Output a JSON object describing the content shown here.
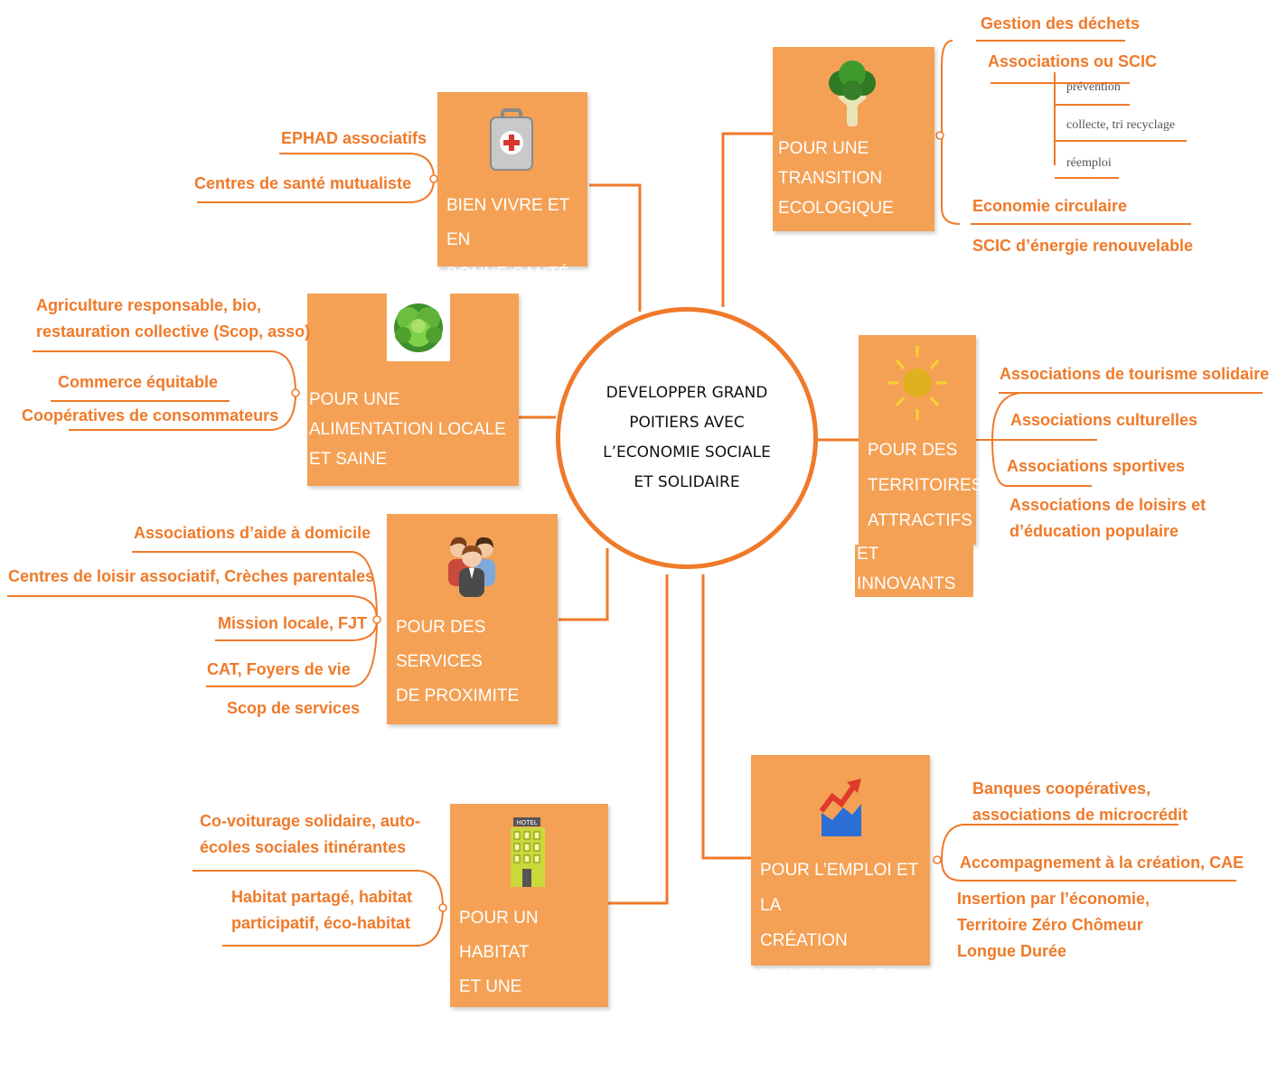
{
  "center": {
    "text": "DEVELOPPER GRAND\nPOITIERS AVEC\nL’ECONOMIE SOCIALE\nET SOLIDAIRE"
  },
  "colors": {
    "accent": "#ef7a2a",
    "node_fill": "#f4a155",
    "leaf_text": "#ef7a2a"
  },
  "branches": {
    "sante": {
      "title": "BIEN VIVRE ET EN\nBONNE SANTÉ",
      "icon": "first-aid-kit-icon",
      "leaves": [
        "EPHAD associatifs",
        "Centres de santé mutualiste"
      ]
    },
    "alimentation": {
      "title": "POUR UNE\nALIMENTATION LOCALE\nET SAINE",
      "icon": "lettuce-icon",
      "leaves": [
        "Agriculture responsable, bio,\nrestauration collective (Scop, asso)",
        "Commerce équitable",
        "Coopératives de consommateurs"
      ]
    },
    "services": {
      "title": "POUR DES SERVICES\nDE PROXIMITE",
      "icon": "people-group-icon",
      "leaves": [
        "Associations d’aide à domicile",
        "Centres de loisir associatif, Crèches parentales",
        "Mission locale, FJT",
        "CAT, Foyers de vie",
        "Scop de services"
      ]
    },
    "habitat": {
      "title": "POUR UN HABITAT\nET UNE MOBILITE\nSOLIDAIRE",
      "icon": "hotel-building-icon",
      "icon_sign": "HOTEL",
      "leaves": [
        "Co-voiturage solidaire, auto-\nécoles sociales itinérantes",
        "Habitat partagé, habitat\nparticipatif, éco-habitat"
      ]
    },
    "ecologie": {
      "title": "POUR UNE\nTRANSITION\nECOLOGIQUE",
      "icon": "broccoli-icon",
      "leaves": [
        "Gestion des déchets",
        "Associations ou SCIC",
        "Economie circulaire",
        "SCIC d’énergie renouvelable"
      ],
      "subleaves": [
        "prévention",
        "collecte, tri recyclage",
        "réemploi"
      ]
    },
    "territoires": {
      "title": "POUR DES\nTERRITOIRES\nATTRACTIFS",
      "title_extra": "ET\nINNOVANTS",
      "icon": "sun-icon",
      "leaves": [
        "Associations de tourisme solidaire",
        "Associations culturelles",
        "Associations sportives",
        "Associations de loisirs et\nd’éducation populaire"
      ]
    },
    "emploi": {
      "title": "POUR L’EMPLOI ET LA\nCRÉATION\nD’ENTREPRISES  D’ESS",
      "icon": "growth-chart-icon",
      "leaves": [
        "Banques coopératives,\nassociations de microcrédit",
        "Accompagnement à la création, CAE",
        "Insertion par l’économie,\nTerritoire Zéro Chômeur\nLongue Durée"
      ]
    }
  }
}
